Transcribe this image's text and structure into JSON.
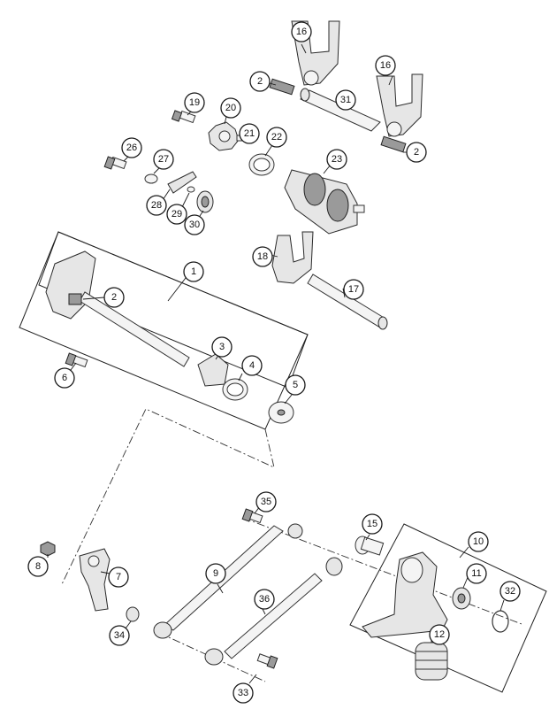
{
  "diagram": {
    "callouts": [
      "16",
      "16",
      "2",
      "31",
      "2",
      "19",
      "20",
      "21",
      "22",
      "23",
      "26",
      "27",
      "28",
      "29",
      "30",
      "18",
      "17",
      "1",
      "2",
      "3",
      "4",
      "5",
      "6",
      "35",
      "15",
      "10",
      "8",
      "7",
      "9",
      "11",
      "32",
      "36",
      "12",
      "34",
      "33"
    ]
  }
}
